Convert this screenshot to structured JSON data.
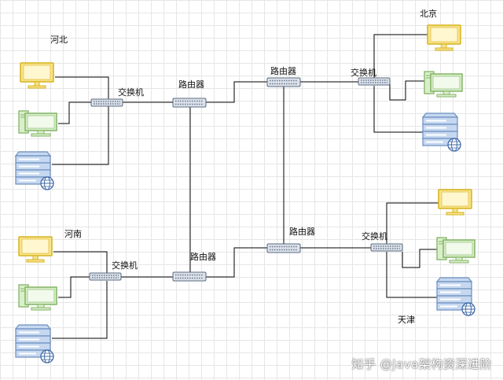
{
  "regions": {
    "hebei": "河北",
    "beijing": "北京",
    "henan": "河南",
    "tianjin": "天津"
  },
  "labels": {
    "switch_hebei": "交换机",
    "router_hebei": "路由器",
    "router_beijing": "路由器",
    "switch_beijing": "交换机",
    "switch_henan": "交换机",
    "router_henan": "路由器",
    "router_tianjin": "路由器",
    "switch_tianjin": "交换机"
  },
  "watermark": "知乎 @Java架构资深进阶",
  "colors": {
    "monitor_yellow": "#f7e38a",
    "monitor_yellow_stroke": "#d6b31e",
    "computer_green": "#d9efc9",
    "computer_green_stroke": "#82b366",
    "server_blue": "#c6d8f0",
    "server_blue_stroke": "#6c8ebf",
    "device_gray": "#dde2ea",
    "line": "#000000"
  }
}
